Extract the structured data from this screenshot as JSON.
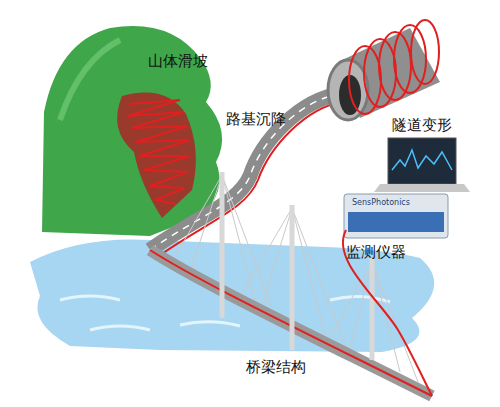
{
  "diagram": {
    "labels": [
      "山体滑坡",
      "路基沉降",
      "隧道变形",
      "监测仪器",
      "桥梁结构",
      "SensPhotonics"
    ]
  }
}
